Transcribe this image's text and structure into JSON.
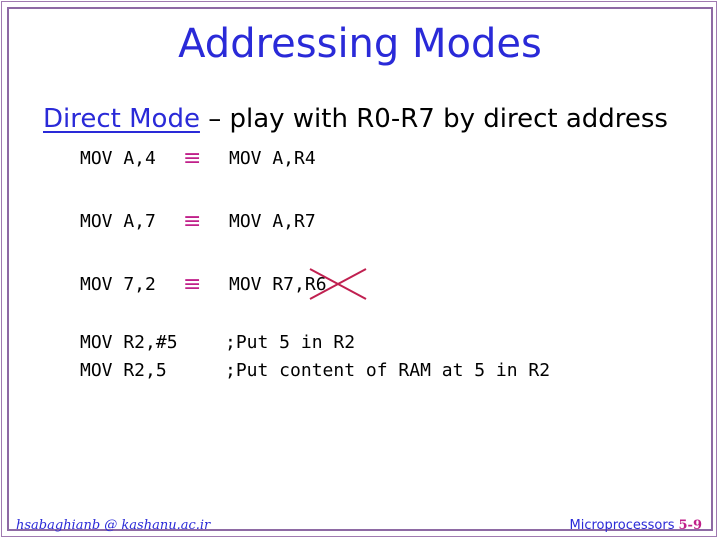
{
  "slide": {
    "title": "Addressing Modes",
    "subtitle_mode": "Direct Mode",
    "subtitle_rest": " – play with R0-R7 by direct address",
    "equiv_symbol": "≡",
    "rows": [
      {
        "left": "MOV A,4",
        "right": "MOV A,R4"
      },
      {
        "left": "MOV A,7",
        "right": "MOV A,R7"
      },
      {
        "left": "MOV 7,2",
        "right_struck": "MOV R7,",
        "right_rest": "R6"
      }
    ],
    "pairs": [
      {
        "left": "MOV R2,#5",
        "right": ";Put 5 in R2"
      },
      {
        "left": "MOV R2,5",
        "right": ";Put content of RAM at 5 in R2"
      }
    ]
  },
  "footer": {
    "author": "hsabaghianb @ kashanu.ac.ir",
    "course": "Microprocessors",
    "page": "5-9"
  },
  "colors": {
    "title": "#2a2ad8",
    "equiv": "#c0208a",
    "strike": "#c02050",
    "frame": "#8e6aa4"
  }
}
